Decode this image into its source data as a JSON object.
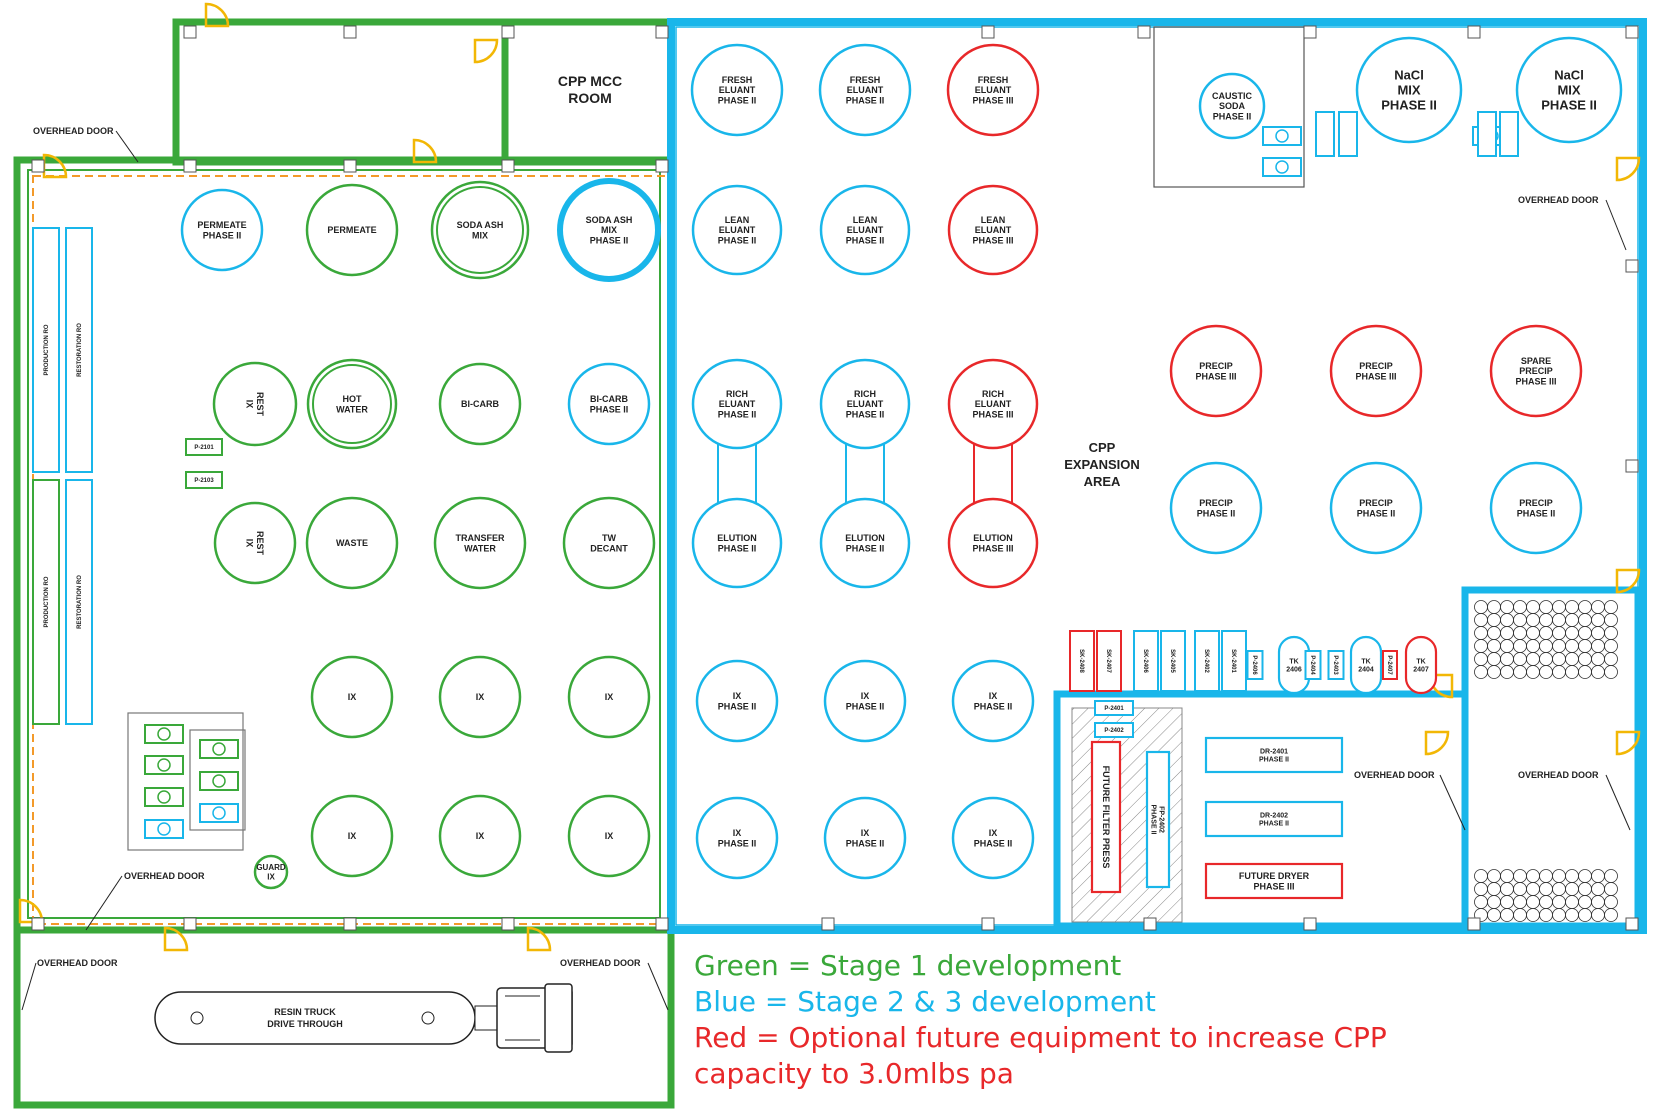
{
  "colors": {
    "stage1": "#3aa83a",
    "stage23": "#19b6ea",
    "optional": "#e8282a",
    "door": "#f2b705",
    "ink": "#222222"
  },
  "rooms": {
    "mcc_room": [
      "CPP MCC",
      "ROOM"
    ],
    "expansion_area": [
      "CPP",
      "EXPANSION",
      "AREA"
    ],
    "resin_truck": [
      "RESIN TRUCK",
      "DRIVE THROUGH"
    ]
  },
  "overhead_door_label": "OVERHEAD DOOR",
  "tanks": [
    {
      "label": [
        "PERMEATE",
        "PHASE II"
      ],
      "stage": "stage23"
    },
    {
      "label": [
        "PERMEATE"
      ],
      "stage": "stage1"
    },
    {
      "label": [
        "SODA ASH",
        "MIX"
      ],
      "stage": "stage1"
    },
    {
      "label": [
        "SODA ASH",
        "MIX",
        "PHASE II"
      ],
      "stage": "stage23"
    },
    {
      "label": [
        "REST",
        "IX"
      ],
      "stage": "stage1"
    },
    {
      "label": [
        "HOT",
        "WATER"
      ],
      "stage": "stage1"
    },
    {
      "label": [
        "BI-CARB"
      ],
      "stage": "stage1"
    },
    {
      "label": [
        "BI-CARB",
        "PHASE II"
      ],
      "stage": "stage23"
    },
    {
      "label": [
        "REST",
        "IX"
      ],
      "stage": "stage1"
    },
    {
      "label": [
        "WASTE"
      ],
      "stage": "stage1"
    },
    {
      "label": [
        "TRANSFER",
        "WATER"
      ],
      "stage": "stage1"
    },
    {
      "label": [
        "TW",
        "DECANT"
      ],
      "stage": "stage1"
    },
    {
      "label": [
        "IX"
      ],
      "stage": "stage1"
    },
    {
      "label": [
        "IX"
      ],
      "stage": "stage1"
    },
    {
      "label": [
        "IX"
      ],
      "stage": "stage1"
    },
    {
      "label": [
        "IX"
      ],
      "stage": "stage1"
    },
    {
      "label": [
        "IX"
      ],
      "stage": "stage1"
    },
    {
      "label": [
        "IX"
      ],
      "stage": "stage1"
    },
    {
      "label": [
        "GUARD",
        "IX"
      ],
      "stage": "stage1"
    },
    {
      "label": [
        "FRESH",
        "ELUANT",
        "PHASE II"
      ],
      "stage": "stage23"
    },
    {
      "label": [
        "FRESH",
        "ELUANT",
        "PHASE II"
      ],
      "stage": "stage23"
    },
    {
      "label": [
        "FRESH",
        "ELUANT",
        "PHASE III"
      ],
      "stage": "optional"
    },
    {
      "label": [
        "LEAN",
        "ELUANT",
        "PHASE II"
      ],
      "stage": "stage23"
    },
    {
      "label": [
        "LEAN",
        "ELUANT",
        "PHASE II"
      ],
      "stage": "stage23"
    },
    {
      "label": [
        "LEAN",
        "ELUANT",
        "PHASE III"
      ],
      "stage": "optional"
    },
    {
      "label": [
        "RICH",
        "ELUANT",
        "PHASE II"
      ],
      "stage": "stage23"
    },
    {
      "label": [
        "RICH",
        "ELUANT",
        "PHASE II"
      ],
      "stage": "stage23"
    },
    {
      "label": [
        "RICH",
        "ELUANT",
        "PHASE III"
      ],
      "stage": "optional"
    },
    {
      "label": [
        "ELUTION",
        "PHASE II"
      ],
      "stage": "stage23"
    },
    {
      "label": [
        "ELUTION",
        "PHASE II"
      ],
      "stage": "stage23"
    },
    {
      "label": [
        "ELUTION",
        "PHASE III"
      ],
      "stage": "optional"
    },
    {
      "label": [
        "IX",
        "PHASE II"
      ],
      "stage": "stage23"
    },
    {
      "label": [
        "IX",
        "PHASE II"
      ],
      "stage": "stage23"
    },
    {
      "label": [
        "IX",
        "PHASE II"
      ],
      "stage": "stage23"
    },
    {
      "label": [
        "IX",
        "PHASE II"
      ],
      "stage": "stage23"
    },
    {
      "label": [
        "IX",
        "PHASE II"
      ],
      "stage": "stage23"
    },
    {
      "label": [
        "IX",
        "PHASE II"
      ],
      "stage": "stage23"
    },
    {
      "label": [
        "CAUSTIC",
        "SODA",
        "PHASE II"
      ],
      "stage": "stage23"
    },
    {
      "label": [
        "NaCl",
        "MIX",
        "PHASE II"
      ],
      "stage": "stage23"
    },
    {
      "label": [
        "NaCl",
        "MIX",
        "PHASE II"
      ],
      "stage": "stage23"
    },
    {
      "label": [
        "PRECIP",
        "PHASE III"
      ],
      "stage": "optional"
    },
    {
      "label": [
        "PRECIP",
        "PHASE III"
      ],
      "stage": "optional"
    },
    {
      "label": [
        "SPARE",
        "PRECIP",
        "PHASE III"
      ],
      "stage": "optional"
    },
    {
      "label": [
        "PRECIP",
        "PHASE II"
      ],
      "stage": "stage23"
    },
    {
      "label": [
        "PRECIP",
        "PHASE II"
      ],
      "stage": "stage23"
    },
    {
      "label": [
        "PRECIP",
        "PHASE II"
      ],
      "stage": "stage23"
    },
    {
      "label": [
        "TK",
        "2406"
      ],
      "stage": "stage23"
    },
    {
      "label": [
        "TK",
        "2404"
      ],
      "stage": "stage23"
    },
    {
      "label": [
        "TK",
        "2407"
      ],
      "stage": "optional"
    }
  ],
  "ro_units": [
    {
      "label": "PRODUCTION RO",
      "stage": "stage23"
    },
    {
      "label": "RESTORATION RO",
      "stage": "stage23"
    },
    {
      "label": "PRODUCTION RO",
      "stage": "stage1"
    },
    {
      "label": "RESTORATION RO",
      "stage": "stage23"
    }
  ],
  "skids": [
    {
      "label": "SK-2408",
      "stage": "optional"
    },
    {
      "label": "SK-2407",
      "stage": "optional"
    },
    {
      "label": "SK-2406",
      "stage": "stage23"
    },
    {
      "label": "SK-2405",
      "stage": "stage23"
    },
    {
      "label": "SK-2402",
      "stage": "stage23"
    },
    {
      "label": "SK-2401",
      "stage": "stage23"
    }
  ],
  "pumps": [
    {
      "label": "P-2406",
      "stage": "stage23"
    },
    {
      "label": "P-2404",
      "stage": "stage23"
    },
    {
      "label": "P-2403",
      "stage": "stage23"
    },
    {
      "label": "P-2407",
      "stage": "optional"
    },
    {
      "label": "P-2101",
      "stage": "stage1"
    },
    {
      "label": "P-2103",
      "stage": "stage1"
    },
    {
      "label": "P-2401",
      "stage": "stage23"
    },
    {
      "label": "P-2402",
      "stage": "stage23"
    }
  ],
  "equipment": [
    {
      "label": [
        "FUTURE FILTER PRESS"
      ],
      "stage": "optional"
    },
    {
      "label": [
        "FP-2402",
        "PHASE II"
      ],
      "stage": "stage23"
    },
    {
      "label": [
        "DR-2401",
        "PHASE II"
      ],
      "stage": "stage23"
    },
    {
      "label": [
        "DR-2402",
        "PHASE II"
      ],
      "stage": "stage23"
    },
    {
      "label": [
        "FUTURE DRYER",
        "PHASE III"
      ],
      "stage": "optional"
    }
  ],
  "legend": [
    {
      "text": "Green = Stage 1 development",
      "stage": "stage1"
    },
    {
      "text": "Blue = Stage 2 & 3 development",
      "stage": "stage23"
    },
    {
      "text": "Red = Optional future equipment to increase CPP",
      "stage": "optional"
    },
    {
      "text": "capacity to 3.0mlbs pa",
      "stage": "optional"
    }
  ]
}
